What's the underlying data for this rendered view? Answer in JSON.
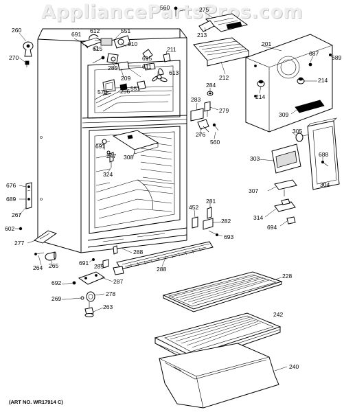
{
  "watermark": "AppliancePartsPros.com",
  "art_number": "(ART NO. WR17914 C)",
  "callouts": [
    {
      "id": "c560a",
      "text": "560"
    },
    {
      "id": "c275",
      "text": "275"
    },
    {
      "id": "c260",
      "text": "260"
    },
    {
      "id": "c691a",
      "text": "691"
    },
    {
      "id": "c612",
      "text": "612"
    },
    {
      "id": "c551a",
      "text": "551"
    },
    {
      "id": "c615a",
      "text": "615"
    },
    {
      "id": "c610",
      "text": "610"
    },
    {
      "id": "c213",
      "text": "213"
    },
    {
      "id": "c201",
      "text": "201"
    },
    {
      "id": "c270",
      "text": "270"
    },
    {
      "id": "c211",
      "text": "211"
    },
    {
      "id": "c687",
      "text": "687"
    },
    {
      "id": "c280",
      "text": "280"
    },
    {
      "id": "c615b",
      "text": "615"
    },
    {
      "id": "c611",
      "text": "611"
    },
    {
      "id": "c209",
      "text": "209"
    },
    {
      "id": "c613",
      "text": "613"
    },
    {
      "id": "c212",
      "text": "212"
    },
    {
      "id": "c689",
      "text": "689"
    },
    {
      "id": "c573",
      "text": "573"
    },
    {
      "id": "c296",
      "text": "296"
    },
    {
      "id": "c551b",
      "text": "551"
    },
    {
      "id": "c214a",
      "text": "214"
    },
    {
      "id": "c284",
      "text": "284"
    },
    {
      "id": "c214b",
      "text": "214"
    },
    {
      "id": "c283",
      "text": "283"
    },
    {
      "id": "c279",
      "text": "279"
    },
    {
      "id": "c309",
      "text": "309"
    },
    {
      "id": "c276",
      "text": "276"
    },
    {
      "id": "c305",
      "text": "305"
    },
    {
      "id": "c560b",
      "text": "560"
    },
    {
      "id": "c691b",
      "text": "691"
    },
    {
      "id": "c308",
      "text": "308"
    },
    {
      "id": "c247",
      "text": "247"
    },
    {
      "id": "c303",
      "text": "303"
    },
    {
      "id": "c688",
      "text": "688"
    },
    {
      "id": "c324",
      "text": "324"
    },
    {
      "id": "c676",
      "text": "676"
    },
    {
      "id": "c689b",
      "text": "689"
    },
    {
      "id": "c307",
      "text": "307"
    },
    {
      "id": "c304",
      "text": "304"
    },
    {
      "id": "c281",
      "text": "281"
    },
    {
      "id": "c267",
      "text": "267"
    },
    {
      "id": "c452",
      "text": "452"
    },
    {
      "id": "c282",
      "text": "282"
    },
    {
      "id": "c314",
      "text": "314"
    },
    {
      "id": "c694",
      "text": "694"
    },
    {
      "id": "c602",
      "text": "602"
    },
    {
      "id": "c693",
      "text": "693"
    },
    {
      "id": "c277",
      "text": "277"
    },
    {
      "id": "c288a",
      "text": "288"
    },
    {
      "id": "c691c",
      "text": "691"
    },
    {
      "id": "c289",
      "text": "289"
    },
    {
      "id": "c264",
      "text": "264"
    },
    {
      "id": "c265",
      "text": "265"
    },
    {
      "id": "c288b",
      "text": "288"
    },
    {
      "id": "c228",
      "text": "228"
    },
    {
      "id": "c692",
      "text": "692"
    },
    {
      "id": "c287",
      "text": "287"
    },
    {
      "id": "c278",
      "text": "278"
    },
    {
      "id": "c269",
      "text": "269"
    },
    {
      "id": "c242",
      "text": "242"
    },
    {
      "id": "c263",
      "text": "263"
    },
    {
      "id": "c240",
      "text": "240"
    }
  ]
}
